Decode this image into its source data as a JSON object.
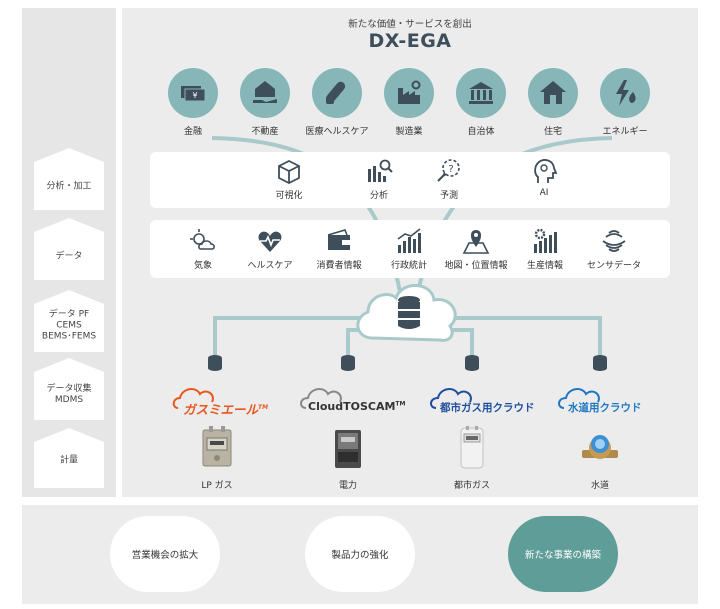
{
  "header": {
    "subtitle": "新たな価値・サービスを創出",
    "title": "DX-EGA"
  },
  "layers": [
    {
      "label": "分析・加工"
    },
    {
      "label": "データ"
    },
    {
      "label": "データ PF\nCEMS\nBEMS･FEMS"
    },
    {
      "label": "データ収集\nMDMS"
    },
    {
      "label": "計量"
    }
  ],
  "industries": [
    {
      "label": "金融",
      "icon": "money-icon"
    },
    {
      "label": "不動産",
      "icon": "house-hand-icon"
    },
    {
      "label": "医療ヘルスケア",
      "icon": "capsule-icon"
    },
    {
      "label": "製造業",
      "icon": "factory-icon"
    },
    {
      "label": "自治体",
      "icon": "government-building-icon"
    },
    {
      "label": "住宅",
      "icon": "home-icon"
    },
    {
      "label": "エネルギー",
      "icon": "energy-icon"
    }
  ],
  "analysis": [
    {
      "label": "可視化",
      "icon": "cube-icon"
    },
    {
      "label": "分析",
      "icon": "chart-magnifier-icon"
    },
    {
      "label": "予測",
      "icon": "forecast-icon"
    },
    {
      "label": "AI",
      "icon": "ai-head-icon"
    }
  ],
  "data_items": [
    {
      "label": "気象",
      "icon": "weather-icon"
    },
    {
      "label": "ヘルスケア",
      "icon": "heart-pulse-icon"
    },
    {
      "label": "消費者情報",
      "icon": "wallet-icon"
    },
    {
      "label": "行政統計",
      "icon": "bar-chart-icon"
    },
    {
      "label": "地図・位置情報",
      "icon": "map-pin-icon"
    },
    {
      "label": "生産情報",
      "icon": "gear-chart-icon"
    },
    {
      "label": "センサデータ",
      "icon": "sensor-icon"
    }
  ],
  "services": [
    {
      "name": "ガスミエール",
      "tm": "TM",
      "color": "#e8571e"
    },
    {
      "name": "CloudTOSCAM",
      "tm": "TM",
      "color": "#333333"
    },
    {
      "name": "都市ガス用クラウド",
      "tm": "",
      "color": "#1f4f9c"
    },
    {
      "name": "水道用クラウド",
      "tm": "",
      "color": "#1e78c2"
    }
  ],
  "meters": [
    {
      "label": "LP ガス"
    },
    {
      "label": "電力"
    },
    {
      "label": "都市ガス"
    },
    {
      "label": "水道"
    }
  ],
  "outcomes": [
    {
      "label": "営業機会の拡大",
      "active": false
    },
    {
      "label": "製品力の強化",
      "active": false
    },
    {
      "label": "新たな事業の構築",
      "active": true
    }
  ],
  "colors": {
    "accent": "#87b6b8",
    "line": "#a9c9ca",
    "active": "#5f9d98",
    "title": "#3e4e5a"
  }
}
